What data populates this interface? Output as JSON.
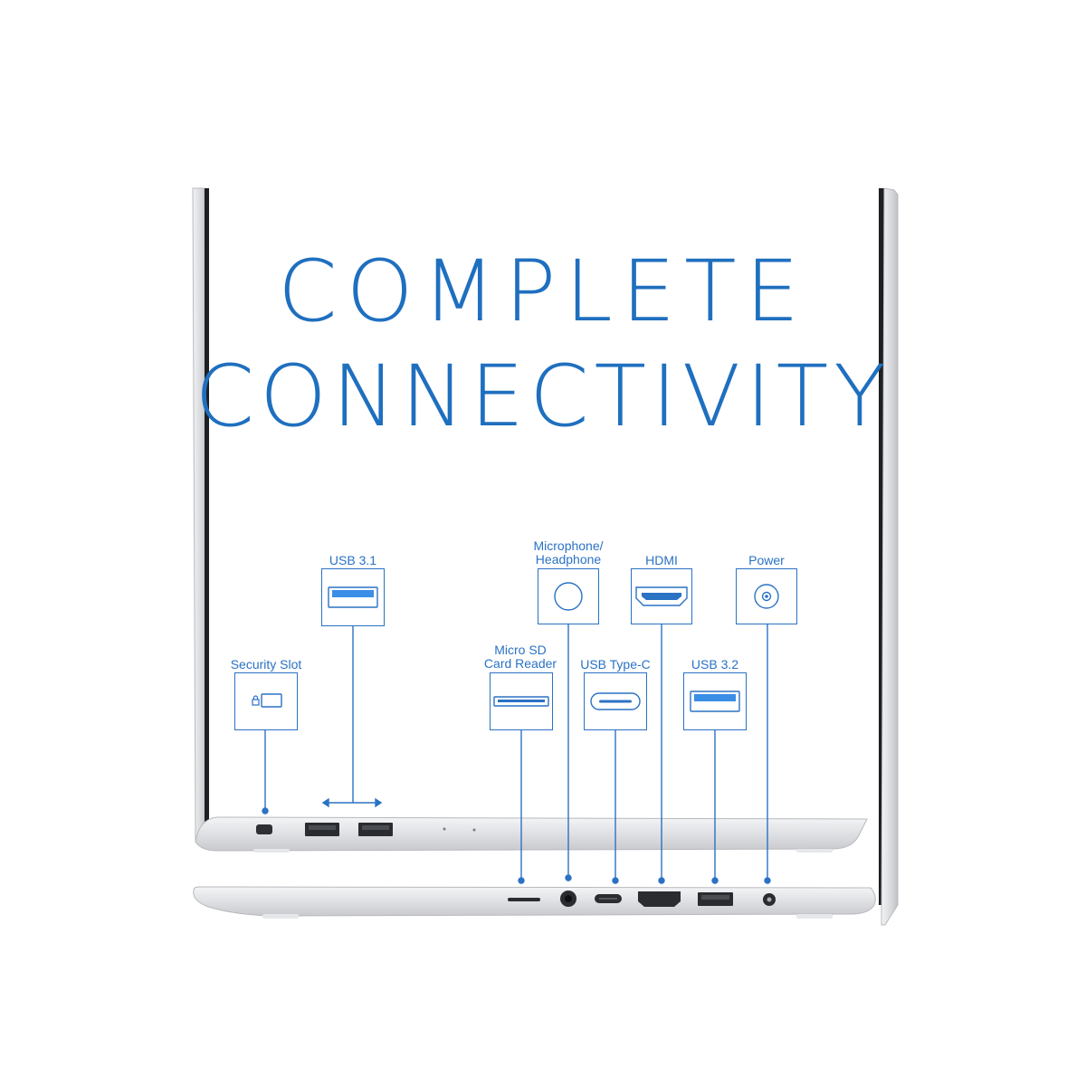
{
  "headline": {
    "line1": "COMPLETE",
    "line2": "CONNECTIVITY"
  },
  "ports": {
    "usb31": "USB 3.1",
    "security_slot": "Security Slot",
    "mic_line1": "Microphone/",
    "mic_line2": "Headphone",
    "hdmi": "HDMI",
    "power": "Power",
    "microsd_line1": "Micro SD",
    "microsd_line2": "Card Reader",
    "usbc": "USB Type-C",
    "usb32": "USB 3.2"
  },
  "colors": {
    "accent": "#2a72c4",
    "usb_blue": "#3a8ee6",
    "silver": "#dcdde0"
  }
}
